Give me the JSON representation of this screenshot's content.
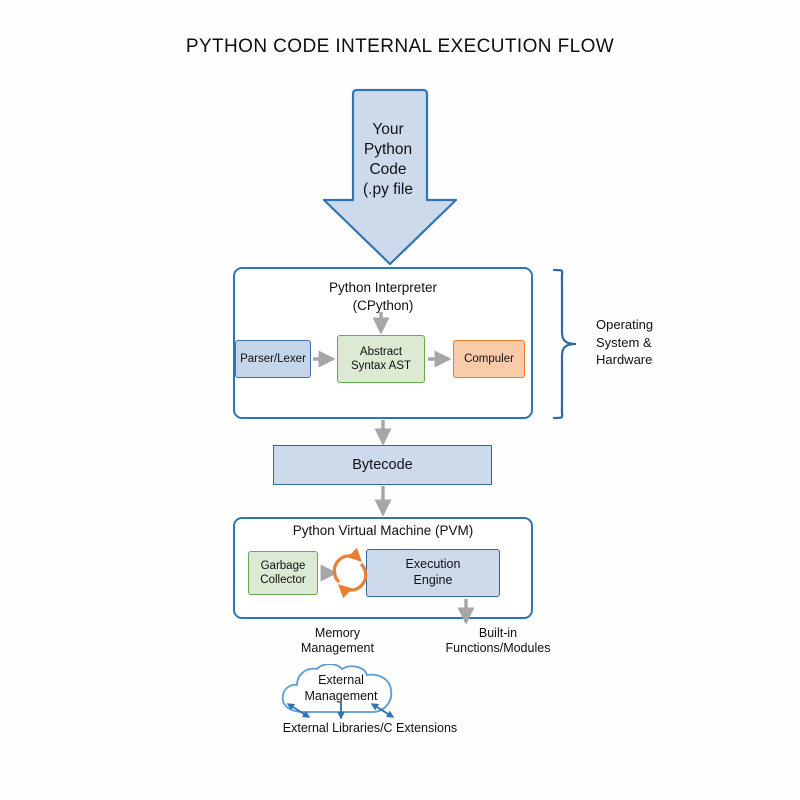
{
  "title": "PYTHON CODE INTERNAL EXECUTION FLOW",
  "source_arrow": {
    "name": "your-python-code-arrow",
    "lines": [
      "Your",
      "Python",
      "Code",
      "(.py file"
    ],
    "text": "Your Python Code (.py file",
    "fill": "#ccdaec",
    "stroke": "#2e75b6"
  },
  "interpreter": {
    "title_line1": "Python Interpreter",
    "title_line2": "(CPython)",
    "title": "Python Interpreter (CPython)",
    "border": "#2e75b6",
    "stages": [
      {
        "label": "Parser/Lexer",
        "fill": "#c5d5ea",
        "stroke": "#4472a8"
      },
      {
        "label": "Abstract Syntax AST",
        "line1": "Abstract",
        "line2": "Syntax AST",
        "fill": "#dce9d3",
        "stroke": "#6aa84f"
      },
      {
        "label": "Compuler",
        "fill": "#f9cba8",
        "stroke": "#ed7d31"
      }
    ]
  },
  "os_bracket": {
    "label_lines": [
      "Operating",
      "System &",
      "Hardware"
    ],
    "label": "Operating System & Hardware",
    "stroke": "#31699c"
  },
  "bytecode": {
    "label": "Bytecode",
    "fill": "#ccdaec",
    "stroke": "#31699c"
  },
  "pvm": {
    "title": "Python Virtual Machine (PVM)",
    "border": "#2e75b6",
    "garbage_collector": {
      "label": "Garbage Collector",
      "line1": "Garbage",
      "line2": "Collector",
      "fill": "#dce9d3",
      "stroke": "#6aa84f"
    },
    "recycle_icon": {
      "name": "recycle-icon",
      "color": "#ed7d31"
    },
    "execution_engine": {
      "label": "Execution Engine",
      "line1": "Execution",
      "line2": "Engine",
      "fill": "#ccdaec",
      "stroke": "#31699c"
    }
  },
  "outputs": {
    "memory_management": {
      "line1": "Memory",
      "line2": "Management",
      "label": "Memory Management"
    },
    "builtin_modules": {
      "line1": "Built-in",
      "line2": "Functions/Modules",
      "label": "Built-in Functions/Modules"
    }
  },
  "cloud": {
    "line1": "External",
    "line2": "Management",
    "label": "External Management",
    "stroke": "#5b9bd5"
  },
  "external": {
    "label": "External Libraries/C Extensions",
    "arrow_color": "#2e75b6"
  },
  "connector_color": "#a6a6a6"
}
